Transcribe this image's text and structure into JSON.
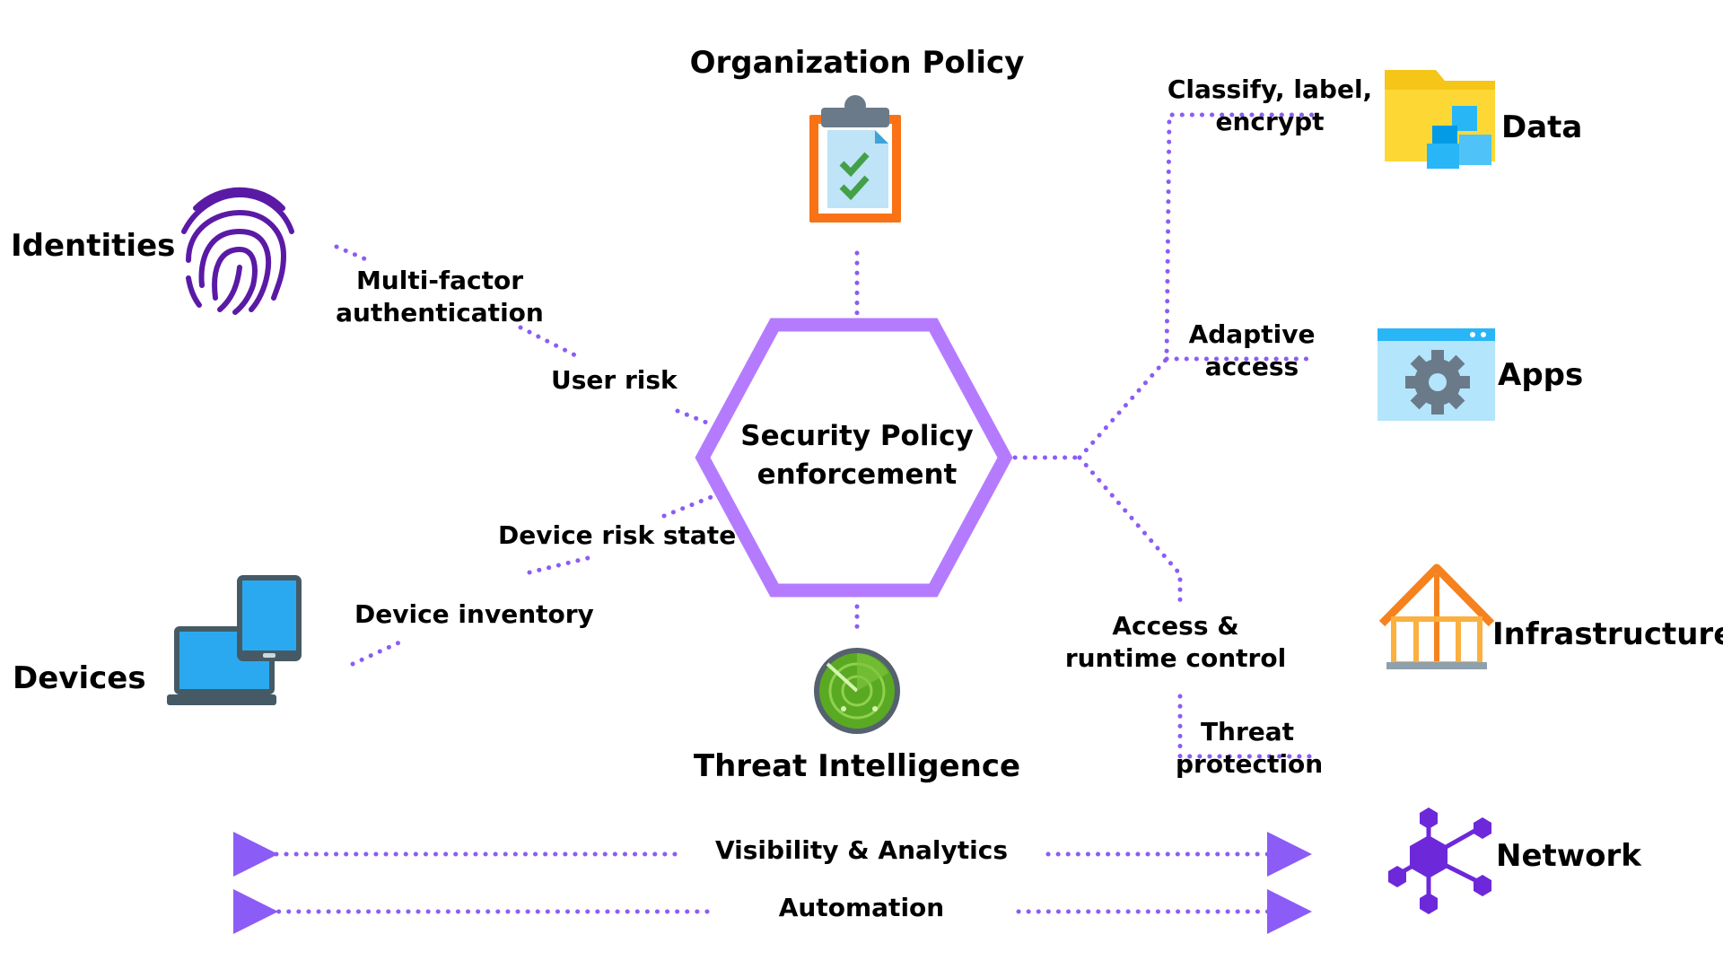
{
  "center": {
    "line1": "Security Policy",
    "line2": "enforcement"
  },
  "top": {
    "title": "Organization Policy"
  },
  "bottom": {
    "title": "Threat Intelligence"
  },
  "left": {
    "identities": "Identities",
    "devices": "Devices",
    "mfa_line1": "Multi-factor",
    "mfa_line2": "authentication",
    "user_risk": "User risk",
    "device_risk": "Device risk state",
    "device_inventory": "Device inventory"
  },
  "right": {
    "data": "Data",
    "apps": "Apps",
    "infrastructure": "Infrastructure",
    "network": "Network",
    "classify_line1": "Classify, label,",
    "classify_line2": "encrypt",
    "adaptive_line1": "Adaptive",
    "adaptive_line2": "access",
    "access_line1": "Access &",
    "access_line2": "runtime control",
    "threat_line1": "Threat",
    "threat_line2": "protection"
  },
  "footer": {
    "visibility": "Visibility & Analytics",
    "automation": "Automation"
  },
  "colors": {
    "accent": "#b57bff",
    "connector": "#8b5cf6",
    "hexagon": "#b57bff",
    "fingerprint": "#5b1aa6",
    "network": "#6d28d9"
  },
  "icons": {
    "identities": "fingerprint-icon",
    "devices": "devices-icon",
    "policy": "clipboard-checklist-icon",
    "threat": "radar-icon",
    "data": "folder-cubes-icon",
    "apps": "window-gear-icon",
    "infrastructure": "house-frame-icon",
    "network": "network-hub-icon"
  }
}
